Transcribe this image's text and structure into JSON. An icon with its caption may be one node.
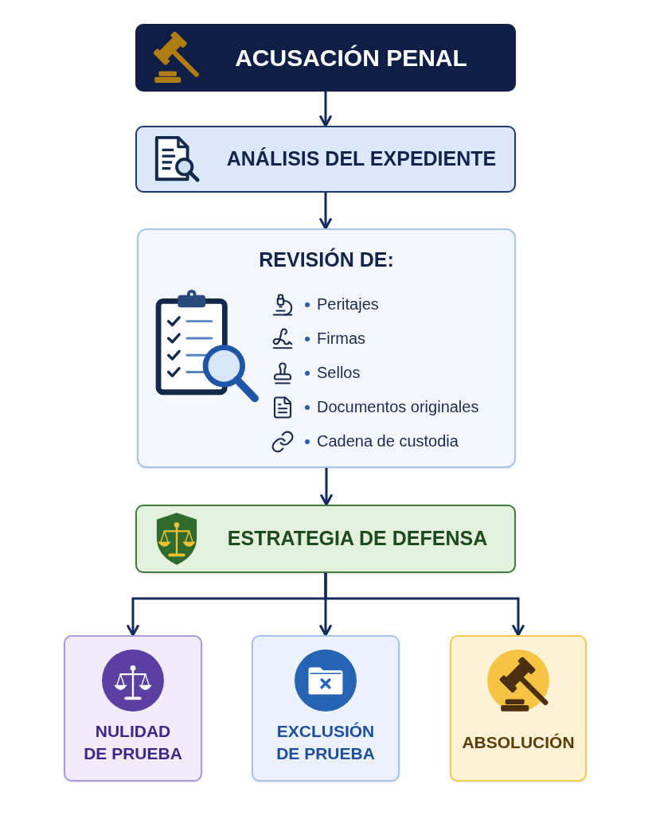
{
  "diagram": {
    "nodes": [
      {
        "text": [
          "ACUSACIÓN PENAL"
        ]
      },
      {
        "text": [
          "ANÁLISIS DEL EXPEDIENTE"
        ]
      },
      {
        "text": [
          "REVISIÓN DE:",
          "Peritajes",
          "Firmas",
          "Sellos",
          "Documentos originales",
          "Cadena de custodia"
        ]
      },
      {
        "text": [
          "ESTRATEGIA DE DEFENSA"
        ]
      },
      {
        "text": [
          "NULIDAD DE PRUEBA"
        ]
      },
      {
        "text": [
          "EXCLUSIÓN DE PRUEBA"
        ]
      },
      {
        "text": [
          "ABSOLUCIÓN"
        ]
      }
    ],
    "edges": [
      {
        "from": 0,
        "to": 1,
        "arrow": "to"
      },
      {
        "from": 1,
        "to": 2,
        "arrow": "to"
      },
      {
        "from": 2,
        "to": 3,
        "arrow": "to"
      },
      {
        "from": 3,
        "to": 4,
        "arrow": "to"
      },
      {
        "from": 3,
        "to": 5,
        "arrow": "to"
      },
      {
        "from": 3,
        "to": 6,
        "arrow": "to"
      }
    ]
  }
}
